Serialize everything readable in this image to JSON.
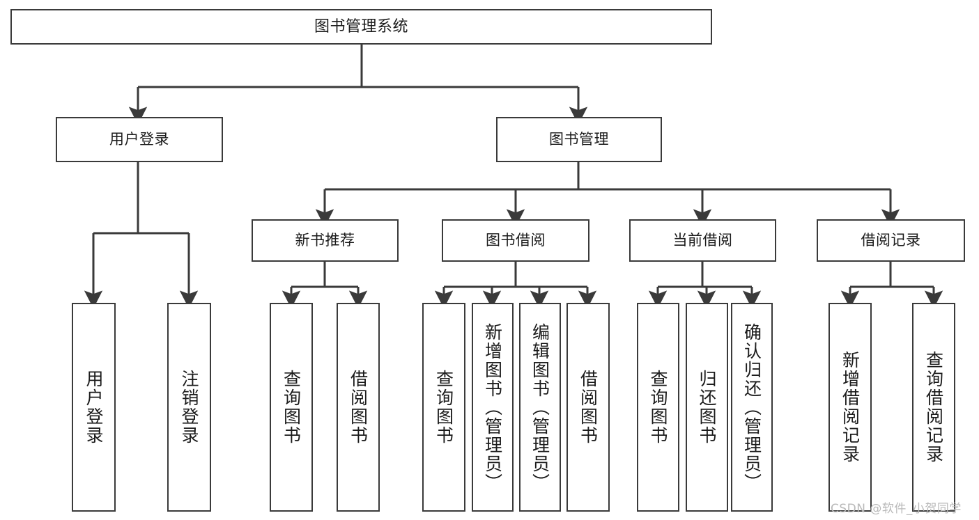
{
  "diagram": {
    "title": "图书管理系统",
    "watermark": "CSDN @软件_小贺同学",
    "stroke_color": "#3a3a3a",
    "text_color": "#1b1b1b",
    "background": "#ffffff",
    "levels": {
      "level1": [
        "图书管理系统"
      ],
      "level2": [
        "用户登录",
        "图书管理"
      ],
      "level3": [
        "新书推荐",
        "图书借阅",
        "当前借阅",
        "借阅记录"
      ],
      "level4": [
        "用户登录",
        "注销登录",
        "查询图书",
        "借阅图书",
        "查询图书",
        "新增图书（管理员）",
        "编辑图书（管理员）",
        "借阅图书",
        "查询图书",
        "归还图书",
        "确认归还（管理员）",
        "新增借阅记录",
        "查询借阅记录"
      ]
    },
    "nodes": {
      "root": {
        "label": "图书管理系统"
      },
      "user_login": {
        "label": "用户登录"
      },
      "book_manage": {
        "label": "图书管理"
      },
      "new_book_rec": {
        "label": "新书推荐"
      },
      "book_borrow": {
        "label": "图书借阅"
      },
      "current_borrow": {
        "label": "当前借阅"
      },
      "borrow_record": {
        "label": "借阅记录"
      },
      "leaf_user_login": {
        "label": "用户登录"
      },
      "leaf_logout": {
        "label": "注销登录"
      },
      "leaf_query_book_1": {
        "label": "查询图书"
      },
      "leaf_borrow_book_1": {
        "label": "借阅图书"
      },
      "leaf_query_book_2": {
        "label": "查询图书"
      },
      "leaf_add_book": {
        "label": "新增图书（管理员）"
      },
      "leaf_edit_book": {
        "label": "编辑图书（管理员）"
      },
      "leaf_borrow_book_2": {
        "label": "借阅图书"
      },
      "leaf_query_book_3": {
        "label": "查询图书"
      },
      "leaf_return_book": {
        "label": "归还图书"
      },
      "leaf_confirm_return": {
        "label": "确认归还（管理员）"
      },
      "leaf_add_record": {
        "label": "新增借阅记录"
      },
      "leaf_query_record": {
        "label": "查询借阅记录"
      }
    },
    "edges": [
      {
        "from": "root",
        "to": "user_login"
      },
      {
        "from": "root",
        "to": "book_manage"
      },
      {
        "from": "user_login",
        "to": "leaf_user_login"
      },
      {
        "from": "user_login",
        "to": "leaf_logout"
      },
      {
        "from": "book_manage",
        "to": "new_book_rec"
      },
      {
        "from": "book_manage",
        "to": "book_borrow"
      },
      {
        "from": "book_manage",
        "to": "current_borrow"
      },
      {
        "from": "book_manage",
        "to": "borrow_record"
      },
      {
        "from": "new_book_rec",
        "to": "leaf_query_book_1"
      },
      {
        "from": "new_book_rec",
        "to": "leaf_borrow_book_1"
      },
      {
        "from": "book_borrow",
        "to": "leaf_query_book_2"
      },
      {
        "from": "book_borrow",
        "to": "leaf_add_book"
      },
      {
        "from": "book_borrow",
        "to": "leaf_edit_book"
      },
      {
        "from": "book_borrow",
        "to": "leaf_borrow_book_2"
      },
      {
        "from": "current_borrow",
        "to": "leaf_query_book_3"
      },
      {
        "from": "current_borrow",
        "to": "leaf_return_book"
      },
      {
        "from": "current_borrow",
        "to": "leaf_confirm_return"
      },
      {
        "from": "borrow_record",
        "to": "leaf_add_record"
      },
      {
        "from": "borrow_record",
        "to": "leaf_query_record"
      }
    ]
  }
}
